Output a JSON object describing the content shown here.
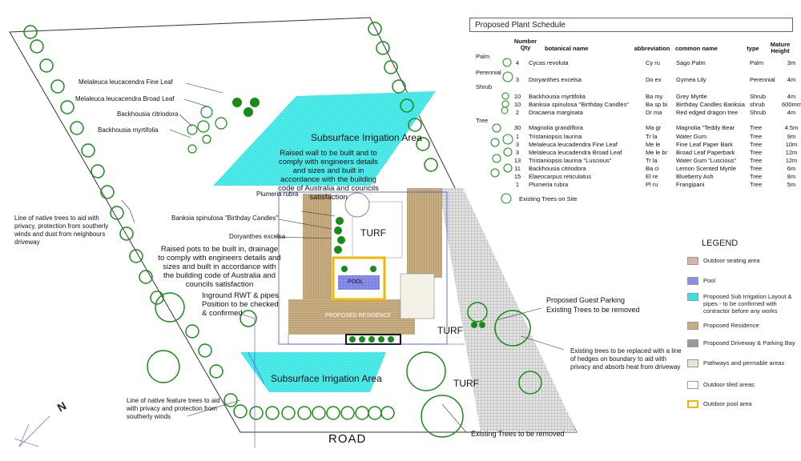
{
  "plan": {
    "irrigation_top": "Subsurface Irrigation Area",
    "irrigation_bottom": "Subsurface Irrigation Area",
    "turf_labels": [
      "TURF",
      "TURF",
      "TURF"
    ],
    "pool": "POOL",
    "residence": "PROPOSED RESIDENCE",
    "road": "ROAD",
    "north": "N"
  },
  "annotations": {
    "fine_leaf": "Melaleuca leucacendra Fine Leaf",
    "broad_leaf": "Melaleuca leucacendra Broad Leaf",
    "citriodora": "Backhousia citriodora",
    "myrtifolia": "Backhousia myrtifolia",
    "plumeria": "Plumeria rubra",
    "banksia": "Banksia spinulosa \"Birthday Candles\"",
    "doryanthes": "Doryanthes excelsa",
    "raised_wall": "Raised wall to be built and to comply with engineers details and sizes and built in accordance with the building code of Australia and councils satisfaction",
    "raised_pots": "Raised pots to be built in, drainage to comply with engineers details and sizes and built in accordance with the building code of Australia and councils satisfaction",
    "rwt": "Inground RWT & pipes Position to be checked & confirmed",
    "native_line": "Line of native trees to aid with privacy, protection from southerly winds and dust from neighbours driveway",
    "feature_line": "Line of native feature trees to aid with privacy and protection from southerly winds",
    "guest_parking": "Proposed Guest Parking",
    "existing_removed_1": "Existing Trees to be removed",
    "existing_replaced": "Existing trees to be replaced with a line of hedges on boundary to aid with privacy and absorb heat from driveway",
    "existing_removed_2": "Existing Trees to be removed"
  },
  "schedule": {
    "title": "Proposed Plant Schedule",
    "headers": {
      "qty": "Number Qty",
      "botanical": "botanical name",
      "abbr": "abbreviation",
      "common": "common name",
      "type": "type",
      "height": "Mature Height"
    },
    "categories": [
      "Palm",
      "Perennial",
      "Shrub",
      "Tree"
    ],
    "rows": [
      {
        "qty": "4",
        "botanical": "Cycas revoluta",
        "abbr": "Cy ru",
        "common": "Sago Palm",
        "type": "Palm",
        "height": "3m"
      },
      {
        "qty": "3",
        "botanical": "Doryanthes excelsa",
        "abbr": "Do ex",
        "common": "Gymea Lily",
        "type": "Perennial",
        "height": "4m"
      },
      {
        "qty": "10",
        "botanical": "Backhousia myrtifolia",
        "abbr": "Ba my",
        "common": "Grey Myrtle",
        "type": "Shrub",
        "height": "4m"
      },
      {
        "qty": "10",
        "botanical": "Banksia spinulosa \"Birthday Candles\"",
        "abbr": "Ba sp bi",
        "common": "Birthday Candles Banksia",
        "type": "shrub",
        "height": "600mm"
      },
      {
        "qty": "2",
        "botanical": "Dracaena marginata",
        "abbr": "Dr ma",
        "common": "Red edged dragon tree",
        "type": "Shrub",
        "height": "4m"
      },
      {
        "qty": "30",
        "botanical": "Magnolia grandiflora",
        "abbr": "Ma gr",
        "common": "Magnolia \"Teddy Bear",
        "type": "Tree",
        "height": "4.5m"
      },
      {
        "qty": "1",
        "botanical": "Tristaniopsis laurina",
        "abbr": "Tr la",
        "common": "Water Gum",
        "type": "Tree",
        "height": "9m"
      },
      {
        "qty": "3",
        "botanical": "Melaleuca leucadendra Fine Leaf",
        "abbr": "Me le",
        "common": "Fine Leaf Paper Bark",
        "type": "Tree",
        "height": "10m"
      },
      {
        "qty": "3",
        "botanical": "Melaleuca leucadendra Broad Leaf",
        "abbr": "Me le br",
        "common": "Broad Leaf Paperbark",
        "type": "Tree",
        "height": "12m"
      },
      {
        "qty": "13",
        "botanical": "Tristaniopsis laurina \"Luscious\"",
        "abbr": "Tr la",
        "common": "Water Gum \"Luscious\"",
        "type": "Tree",
        "height": "12m"
      },
      {
        "qty": "11",
        "botanical": "Backhousia citriodora",
        "abbr": "Ba ci",
        "common": "Lemon Scented Myrtle",
        "type": "Tree",
        "height": "6m"
      },
      {
        "qty": "15",
        "botanical": "Elaeocarpus reticulatus",
        "abbr": "El re",
        "common": "Blueberry Ash",
        "type": "Tree",
        "height": "8m"
      },
      {
        "qty": "1",
        "botanical": "Plumeria rubra",
        "abbr": "Pl ru",
        "common": "Frangipani",
        "type": "Tree",
        "height": "5m"
      }
    ],
    "existing": "Existing Trees on Site"
  },
  "legend": {
    "title": "LEGEND",
    "items": [
      {
        "label": "Outdoor seating area",
        "color": "#d8b4a8"
      },
      {
        "label": "Pool",
        "color": "#8a8ee8"
      },
      {
        "label": "Proposed Sub Irrigation Layout & pipes - to be confirmed with contractor before any works",
        "color": "#33e6e6"
      },
      {
        "label": "Proposed Residence",
        "color": "#c8ad82"
      },
      {
        "label": "Proposed Driveway & Parking Bay",
        "color": "#9a9a9a"
      },
      {
        "label": "Pathways and permable areas",
        "color": "#e6e6d8"
      },
      {
        "label": "Outdoor tiled areas",
        "color": "#ffffff"
      },
      {
        "label": "Outdoor pool area",
        "color": "#f2b800"
      }
    ]
  },
  "colors": {
    "irrigation": "#33e6e6",
    "residence": "#c8ad82",
    "pool": "#8a8ee8",
    "tree_green": "#1a8a1a",
    "dark_green": "#0e6a0e",
    "pool_border": "#f2b800",
    "driveway": "#b0b0b0"
  }
}
